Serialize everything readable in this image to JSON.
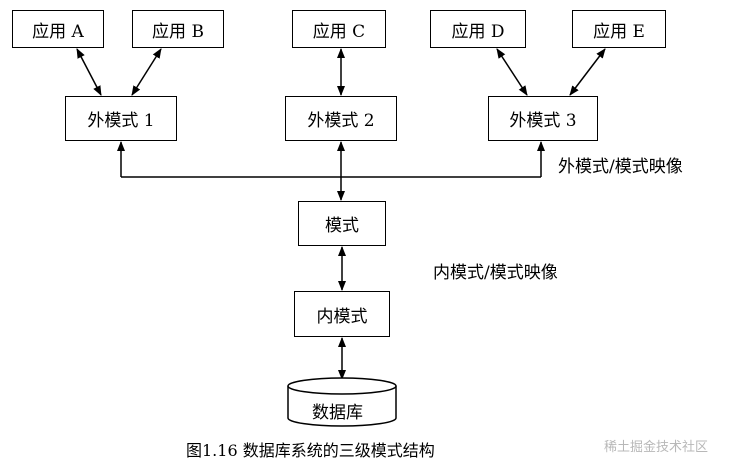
{
  "apps": [
    {
      "id": "a",
      "label": "应用 A"
    },
    {
      "id": "b",
      "label": "应用 B"
    },
    {
      "id": "c",
      "label": "应用 C"
    },
    {
      "id": "d",
      "label": "应用 D"
    },
    {
      "id": "e",
      "label": "应用 E"
    }
  ],
  "external_schemas": [
    {
      "id": "1",
      "label": "外模式 1"
    },
    {
      "id": "2",
      "label": "外模式 2"
    },
    {
      "id": "3",
      "label": "外模式 3"
    }
  ],
  "schema": {
    "label": "模式"
  },
  "internal_schema": {
    "label": "内模式"
  },
  "database": {
    "label": "数据库"
  },
  "mappings": {
    "external_schema": "外模式/模式映像",
    "internal_schema": "内模式/模式映像"
  },
  "caption": "图1.16  数据库系统的三级模式结构",
  "watermark": "稀土掘金技术社区"
}
